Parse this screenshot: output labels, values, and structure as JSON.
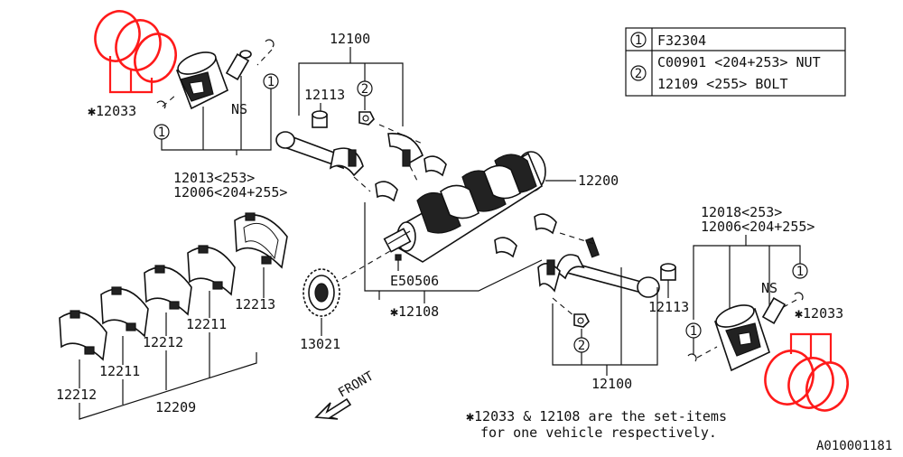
{
  "legend": {
    "rows": [
      {
        "symbol": "1",
        "text": "F32304"
      },
      {
        "symbol": "2",
        "text": "C00901 <204+253> NUT"
      },
      {
        "symbol": "",
        "text": "12109  <255> BOLT"
      }
    ]
  },
  "labels": {
    "ring_set_left": "✱12033",
    "ring_set_right": "✱12033",
    "piston_left_a": "12013<253>",
    "piston_left_b": "12006<204+255>",
    "piston_right_a": "12018<253>",
    "piston_right_b": "12006<204+255>",
    "rod_top": "12100",
    "rod_bottom": "12100",
    "rod_bushing_top": "12113",
    "rod_bushing_bottom": "12113",
    "crankshaft": "12200",
    "key": "E50506",
    "bearing_set": "✱12108",
    "sprocket": "13021",
    "bearing_12213": "12213",
    "bearing_12212_a": "12212",
    "bearing_12211_a": "12211",
    "bearing_12212_b": "12212",
    "bearing_12211_b": "12211",
    "bearing_12209": "12209",
    "ns_left": "NS",
    "ns_right": "NS",
    "callout_1": "1",
    "callout_2": "2",
    "front": "FRONT"
  },
  "note": {
    "line1": "✱12033 & 12108 are the set-items",
    "line2": "for one vehicle respectively."
  },
  "figure_id": "A010001181",
  "colors": {
    "ink": "#111111",
    "highlight": "#ff1a1a",
    "background": "#ffffff"
  }
}
